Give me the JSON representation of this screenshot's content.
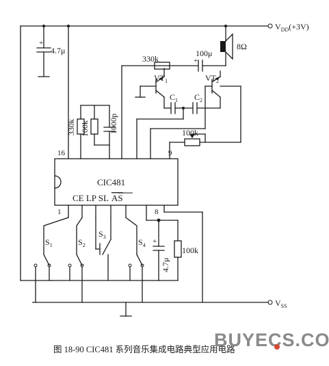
{
  "rails": {
    "vdd_label": "V",
    "vdd_sub": "DD",
    "vdd_value": "(+3V)",
    "vss_label": "V",
    "vss_sub": "SS"
  },
  "components": {
    "c_supply": "4.7μ",
    "r_feedback": "330k",
    "c_coupling": "100μ",
    "speaker": "8Ω",
    "vt1": "VT",
    "vt1_sub": "1",
    "vt2": "VT",
    "vt2_sub": "2",
    "c1": "C",
    "c1_sub": "1",
    "c2": "C",
    "c2_sub": "2",
    "r_330k": "330k",
    "r_100k": "100k",
    "c_1000p": "1000p",
    "pot_100k": "100k",
    "c_lower": "4.7μ",
    "r_lower": "100k"
  },
  "ic": {
    "name": "CIC481",
    "pin_16": "16",
    "pin_9": "9",
    "pin_1": "1",
    "pin_8": "8",
    "pin_labels": "CE LP SL",
    "pin_as": "AS"
  },
  "switches": {
    "s1": "S",
    "s1_sub": "1",
    "s2": "S",
    "s2_sub": "2",
    "s3": "S",
    "s3_sub": "3",
    "s4": "S",
    "s4_sub": "4"
  },
  "caption": "图 18-90    CIC481 系列音乐集成电路典型应用电路",
  "watermark": "BUYECS.COM"
}
